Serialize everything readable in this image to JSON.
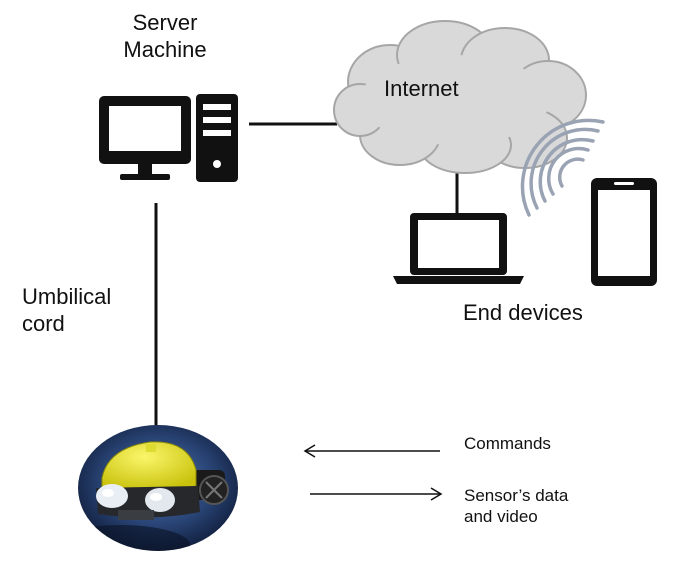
{
  "labels": {
    "server_line1": "Server",
    "server_line2": "Machine",
    "internet": "Internet",
    "umbilical_line1": "Umbilical",
    "umbilical_line2": "cord",
    "end_devices": "End devices",
    "commands": "Commands",
    "sensor_line1": "Sensor’s data",
    "sensor_line2": "and video"
  },
  "icons": {
    "server": "desktop-computer-icon",
    "cloud": "cloud-icon",
    "laptop": "laptop-icon",
    "phone": "smartphone-icon",
    "wireless": "wifi-signal-icon",
    "robot": "underwater-robot-image"
  },
  "colors": {
    "ink": "#111111",
    "cloud_fill": "#d9d9d9",
    "cloud_stroke": "#a6a6a6",
    "wifi": "#9aa3b3",
    "robot_yellow": "#e5e21a",
    "robot_bg": "#1f3560"
  }
}
